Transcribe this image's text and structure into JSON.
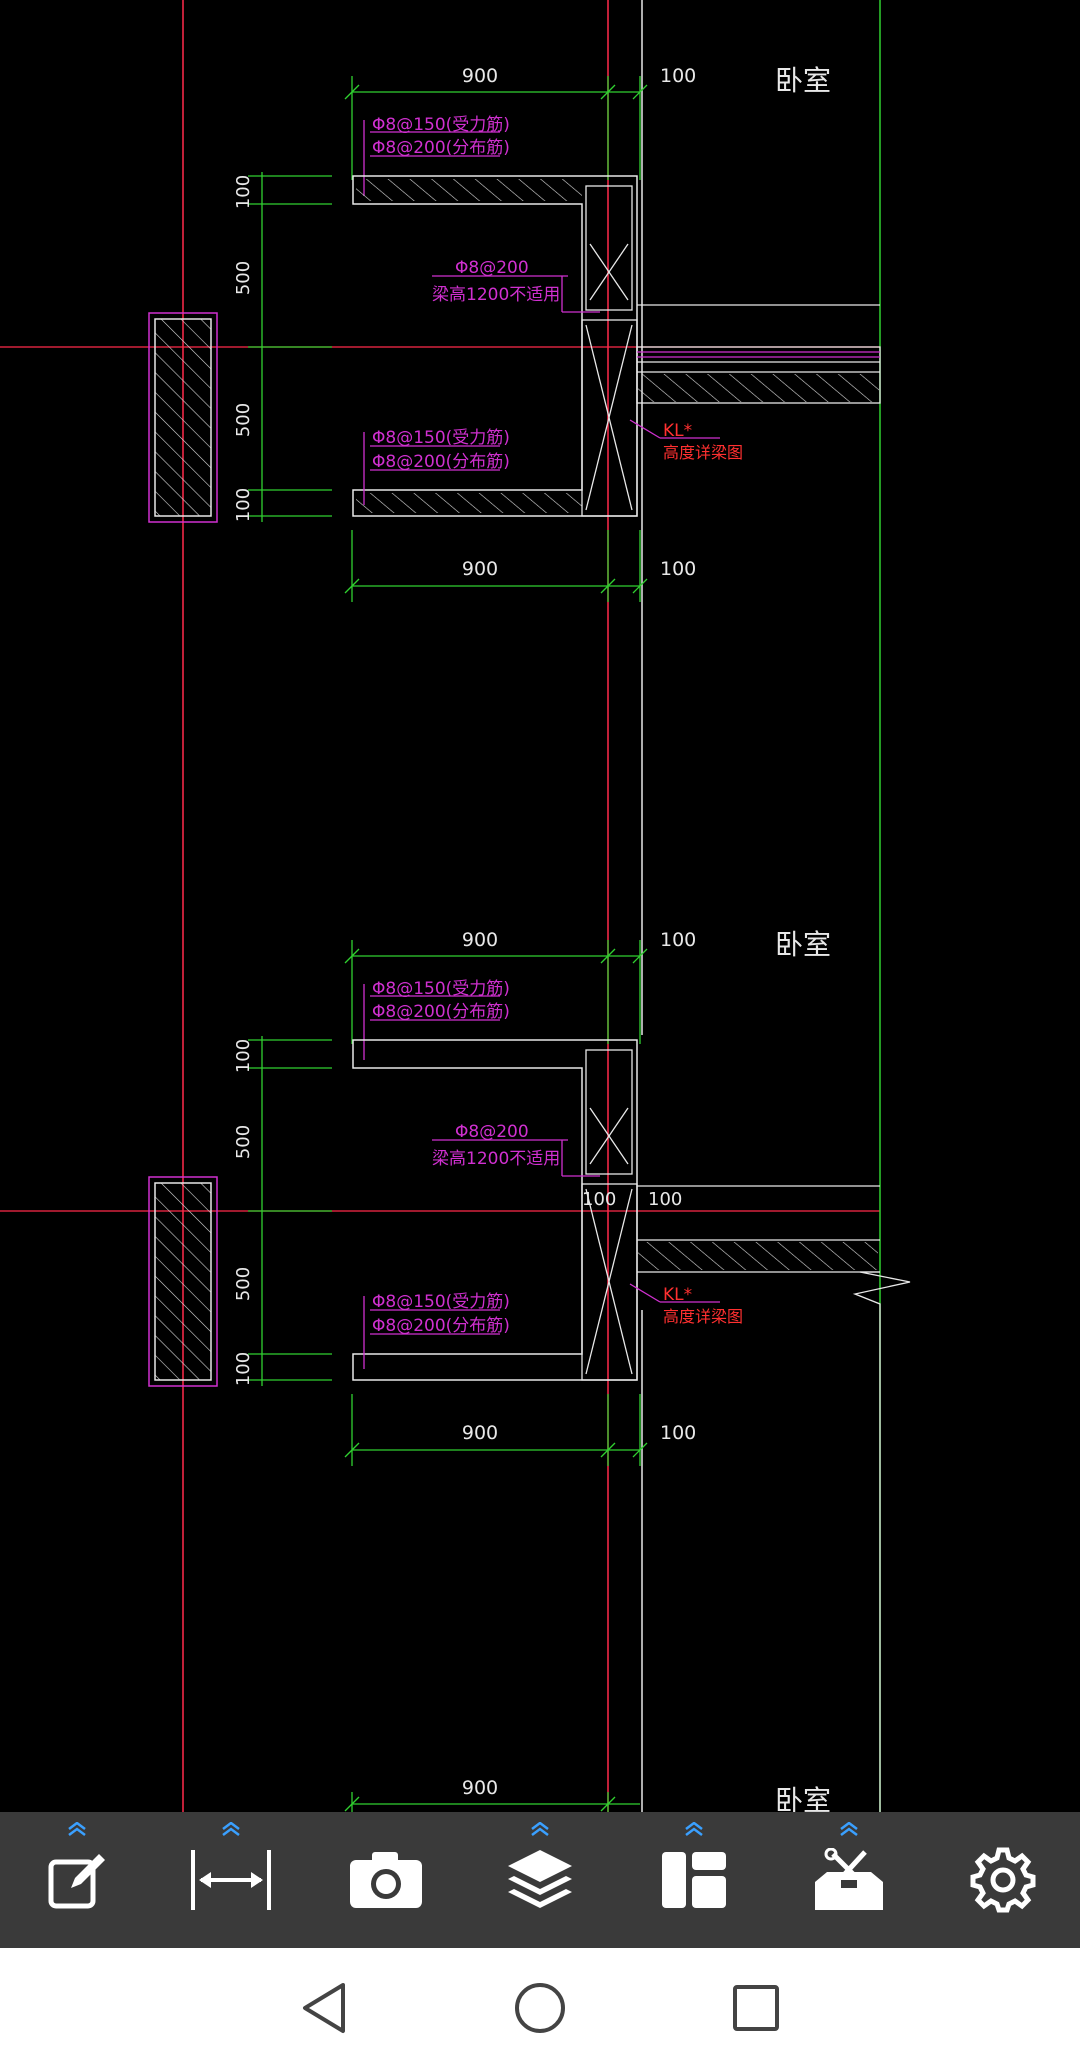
{
  "drawing": {
    "room_labels": [
      "卧室",
      "卧室",
      "卧室"
    ],
    "section1": {
      "dim_top": "900",
      "dim_top_right": "100",
      "rebar_top_1": "Φ8@150(受力筋)",
      "rebar_top_2": "Φ8@200(分布筋)",
      "dim_v1": "100",
      "dim_v2": "500",
      "dim_v3": "500",
      "dim_v4": "100",
      "stirrup_1": "Φ8@200",
      "stirrup_2": "梁高1200不适用",
      "rebar_bot_1": "Φ8@150(受力筋)",
      "rebar_bot_2": "Φ8@200(分布筋)",
      "kl_1": "KL*",
      "kl_2": "高度详梁图",
      "dim_bottom": "900",
      "dim_bottom_right": "100"
    },
    "section2": {
      "dim_top": "900",
      "dim_top_right": "100",
      "rebar_top_1": "Φ8@150(受力筋)",
      "rebar_top_2": "Φ8@200(分布筋)",
      "dim_v1": "100",
      "dim_v2": "500",
      "dim_v3": "500",
      "dim_v4": "100",
      "stirrup_1": "Φ8@200",
      "stirrup_2": "梁高1200不适用",
      "dim_mid_left": "100",
      "dim_mid_right": "100",
      "rebar_bot_1": "Φ8@150(受力筋)",
      "rebar_bot_2": "Φ8@200(分布筋)",
      "kl_1": "KL*",
      "kl_2": "高度详梁图",
      "dim_bottom": "900",
      "dim_bottom_right": "100"
    },
    "section3": {
      "dim_top": "900"
    }
  },
  "toolbar": {
    "tools": [
      {
        "icon": "edit-icon",
        "has_expand": true
      },
      {
        "icon": "measure-icon",
        "has_expand": true
      },
      {
        "icon": "camera-icon",
        "has_expand": false
      },
      {
        "icon": "layers-icon",
        "has_expand": true
      },
      {
        "icon": "layout-icon",
        "has_expand": true
      },
      {
        "icon": "toolbox-icon",
        "has_expand": true
      },
      {
        "icon": "gear-icon",
        "has_expand": false
      }
    ]
  },
  "colors": {
    "magenta": "#d030d0",
    "green": "#30d030",
    "red_axis": "#ff3030",
    "white": "#e8e8e8",
    "red_text": "#ff3030",
    "toolbar_bg": "#3a3a3a",
    "accent_blue": "#3aa0ff"
  }
}
